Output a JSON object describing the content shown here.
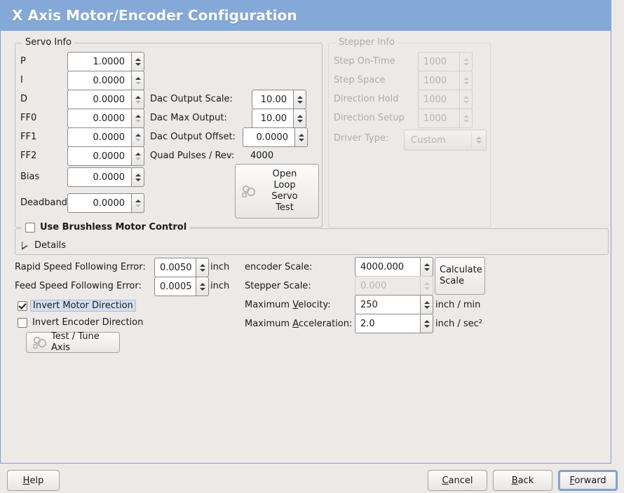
{
  "window": {
    "title": "X Axis Motor/Encoder Configuration",
    "title_bg": "#84a9d8"
  },
  "servo": {
    "legend": "Servo Info",
    "rows": [
      {
        "label": "P",
        "value": "1.0000"
      },
      {
        "label": "I",
        "value": "0.0000"
      },
      {
        "label": "D",
        "value": "0.0000"
      },
      {
        "label": "FF0",
        "value": "0.0000"
      },
      {
        "label": "FF1",
        "value": "0.0000"
      },
      {
        "label": "FF2",
        "value": "0.0000"
      },
      {
        "label": "Bias",
        "value": "0.0000"
      },
      {
        "label": "Deadband",
        "value": "0.0000"
      }
    ],
    "dac_output_scale": {
      "label": "Dac Output Scale:",
      "value": "10.00"
    },
    "dac_max_output": {
      "label": "Dac Max Output:",
      "value": "10.00"
    },
    "dac_output_offset": {
      "label": "Dac Output Offset:",
      "value": "0.0000"
    },
    "quad_pulses": {
      "label": "Quad Pulses / Rev:",
      "value": "4000"
    },
    "open_loop_button": {
      "label": "Open\nLoop\nServo\nTest",
      "icon": "gears-icon"
    }
  },
  "stepper": {
    "legend": "Stepper Info",
    "rows": [
      {
        "label": "Step On-Time",
        "value": "1000"
      },
      {
        "label": "Step Space",
        "value": "1000"
      },
      {
        "label": "Direction Hold",
        "value": "1000"
      },
      {
        "label": "Direction Setup",
        "value": "1000"
      }
    ],
    "driver_type": {
      "label": "Driver Type:",
      "value": "Custom"
    }
  },
  "brushless": {
    "checkbox_label": "Use Brushless Motor Control",
    "checked": false,
    "details_label": "Details"
  },
  "errors": {
    "rapid": {
      "label": "Rapid Speed Following Error:",
      "value": "0.0050",
      "unit": "inch"
    },
    "feed": {
      "label": "Feed Speed Following Error:",
      "value": "0.0005",
      "unit": "inch"
    }
  },
  "invert": {
    "motor": {
      "label": "Invert Motor Direction",
      "checked": true
    },
    "encoder": {
      "label": "Invert Encoder Direction",
      "checked": false
    }
  },
  "test_tune_button": {
    "label": "Test / Tune Axis",
    "icon": "gears-icon"
  },
  "scales": {
    "encoder_scale": {
      "label": "encoder Scale:",
      "value": "4000.000"
    },
    "stepper_scale": {
      "label": "Stepper Scale:",
      "value": "0.000"
    },
    "max_velocity": {
      "label_pre": "Maximum ",
      "label_key": "V",
      "label_post": "elocity:",
      "value": "250",
      "unit": "inch / min"
    },
    "max_accel": {
      "label_pre": "Maximum ",
      "label_key": "A",
      "label_post": "cceleration:",
      "value": "2.0",
      "unit": "inch / sec²"
    },
    "calculate_button": {
      "label": "Calculate\nScale"
    }
  },
  "actions": {
    "help": {
      "key": "H",
      "rest": "elp"
    },
    "cancel": {
      "key": "C",
      "rest": "ancel"
    },
    "back": {
      "key": "B",
      "rest": "ack"
    },
    "forward": {
      "key": "F",
      "rest": "orward"
    }
  }
}
